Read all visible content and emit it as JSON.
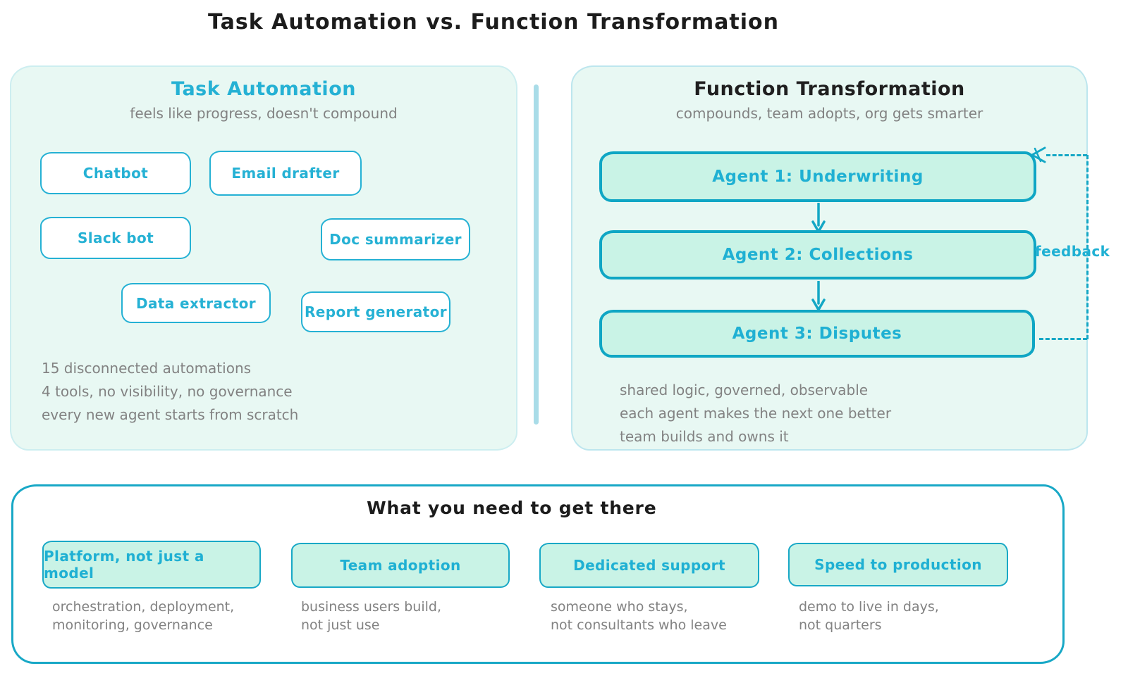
{
  "title": "Task Automation vs. Function Transformation",
  "colors": {
    "teal_border": "#14a7c5",
    "cyan_text": "#25b1d4",
    "mint_fill": "#c9f3e6",
    "panel_bg": "#e8f8f3",
    "gray_text": "#828282",
    "dark_text": "#1c1c1c"
  },
  "left_panel": {
    "title": "Task Automation",
    "subtitle": "feels like progress, doesn't compound",
    "boxes": [
      "Chatbot",
      "Email drafter",
      "Slack bot",
      "Doc summarizer",
      "Data extractor",
      "Report generator"
    ],
    "notes": "15 disconnected automations\n4 tools, no visibility, no governance\nevery new agent starts from scratch"
  },
  "right_panel": {
    "title": "Function Transformation",
    "subtitle": "compounds, team adopts, org gets smarter",
    "agents": [
      "Agent 1: Underwriting",
      "Agent 2: Collections",
      "Agent 3: Disputes"
    ],
    "feedback_label": "feedback",
    "notes": "shared logic, governed, observable\neach agent makes the next one better\nteam builds and owns it"
  },
  "bottom_panel": {
    "title": "What you need to get there",
    "items": [
      {
        "label": "Platform, not just a model",
        "description": "orchestration, deployment,\nmonitoring, governance"
      },
      {
        "label": "Team adoption",
        "description": "business users build,\nnot just use"
      },
      {
        "label": "Dedicated support",
        "description": "someone who stays,\nnot consultants who leave"
      },
      {
        "label": "Speed to production",
        "description": "demo to live in days,\nnot quarters"
      }
    ]
  }
}
